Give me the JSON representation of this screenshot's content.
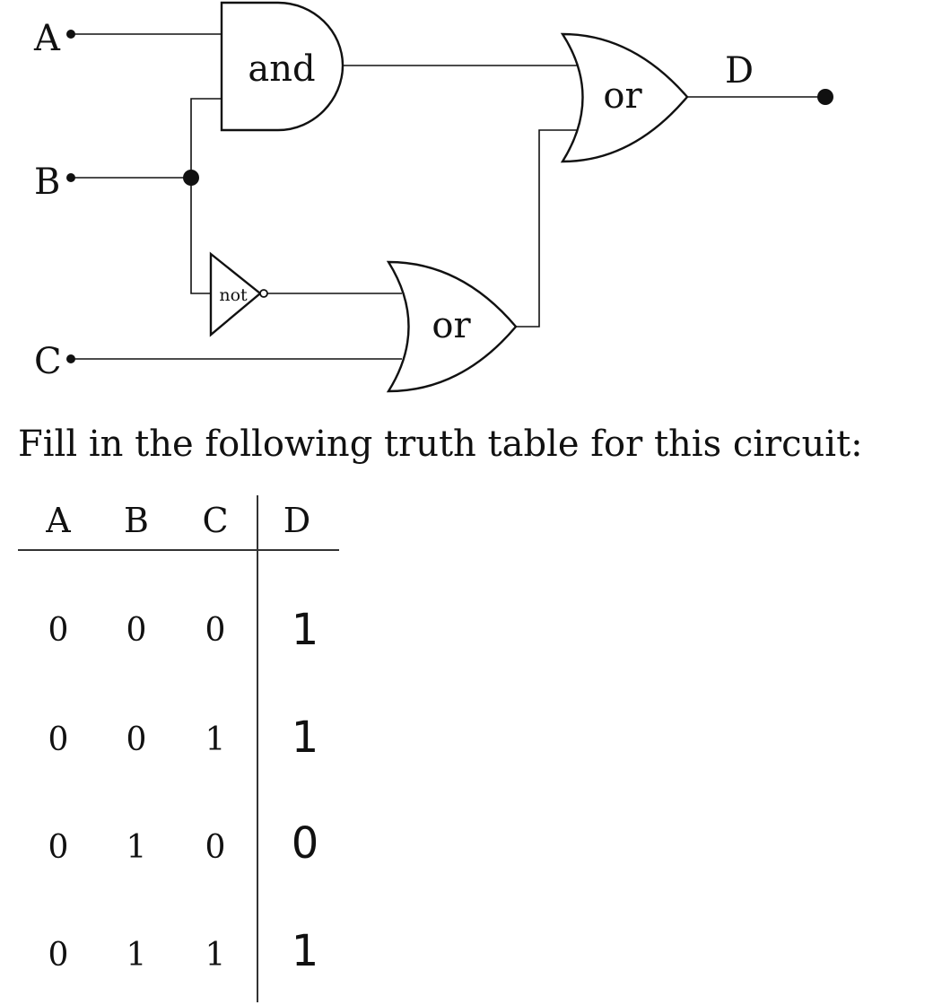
{
  "circuit": {
    "inputs": [
      "A",
      "B",
      "C"
    ],
    "output": "D",
    "gates": {
      "and_label": "and",
      "or_top_label": "or",
      "or_bottom_label": "or",
      "not_label": "not"
    }
  },
  "prompt": "Fill in the following truth table for this circuit:",
  "table": {
    "headers": [
      "A",
      "B",
      "C",
      "D"
    ],
    "rows": [
      [
        "0",
        "0",
        "0",
        "1"
      ],
      [
        "0",
        "0",
        "1",
        "1"
      ],
      [
        "0",
        "1",
        "0",
        "0"
      ],
      [
        "0",
        "1",
        "1",
        "1"
      ]
    ]
  }
}
